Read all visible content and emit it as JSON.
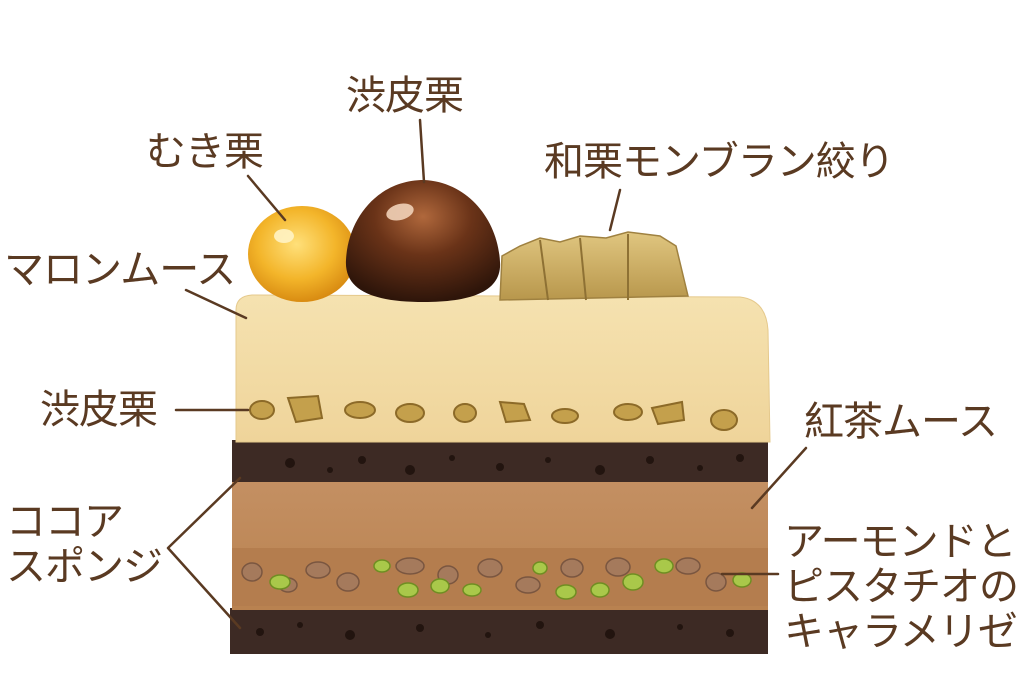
{
  "labels": {
    "muki_guri": "むき栗",
    "shibukawa_top": "渋皮栗",
    "waguri_montblanc": "和栗モンブラン絞り",
    "marron_mousse": "マロンムース",
    "shibukawa_mid": "渋皮栗",
    "kocha_mousse": "紅茶ムース",
    "cocoa_sponge": [
      "ココア",
      "スポンジ"
    ],
    "caramelise": [
      "アーモンドと",
      "ピスタチオの",
      "キャラメリゼ"
    ]
  },
  "colors": {
    "label_text": "#5a3a22",
    "leader_line": "#5a3a22",
    "marron_mousse": "#f2dca5",
    "cocoa_sponge": "#3d2a24",
    "tea_mousse": "#c08a5c",
    "chestnut_yellow": "#f3b52a",
    "chestnut_brown": "#5a2c14",
    "montblanc": "#c9ae62",
    "pistachio": "#9cbb3a"
  }
}
